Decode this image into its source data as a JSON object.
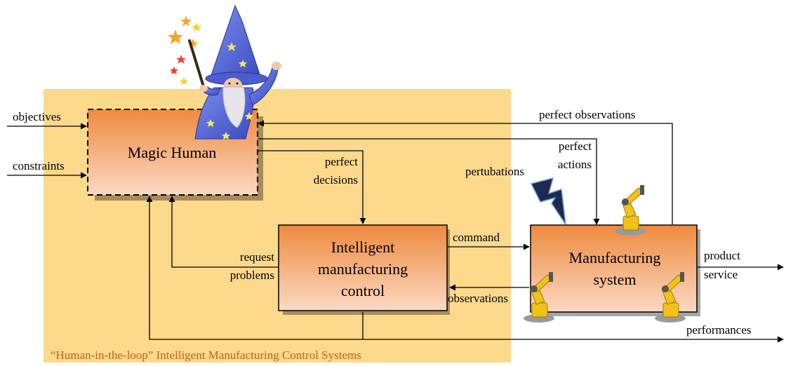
{
  "region": {
    "label": "“Human-in-the-loop” Intelligent Manufacturing Control Systems",
    "color": "#fdd98c"
  },
  "boxes": {
    "magic_human": {
      "title": "Magic Human"
    },
    "control": {
      "line1": "Intelligent",
      "line2": "manufacturing",
      "line3": "control"
    },
    "manufacturing": {
      "line1": "Manufacturing",
      "line2": "system"
    }
  },
  "labels": {
    "objectives": "objectives",
    "constraints": "constraints",
    "perfect_observations": "perfect observations",
    "perfect_actions_1": "perfect",
    "perfect_actions_2": "actions",
    "perfect_decisions_1": "perfect",
    "perfect_decisions_2": "decisions",
    "pertubations": "pertubations",
    "command": "command",
    "observations": "observations",
    "request": "request",
    "problems": "problems",
    "product": "product",
    "service": "service",
    "performances": "performances"
  },
  "colors": {
    "box_top": "#ee8a3e",
    "box_bottom": "#fbd9c4",
    "wizard_robe": "#5a6ee0",
    "robot": "#f2c21a"
  },
  "icons": {
    "wizard": "wizard-icon",
    "lightning": "lightning-icon",
    "robot": "robot-arm-icon"
  }
}
